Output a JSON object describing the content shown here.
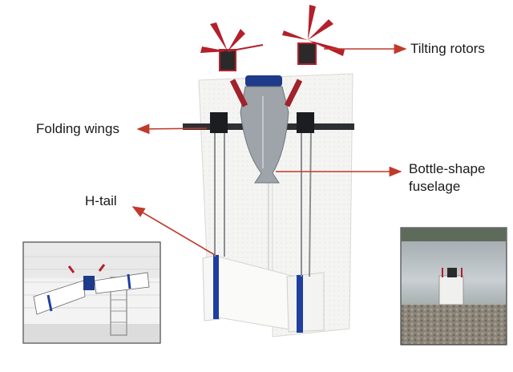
{
  "labels": {
    "tilting_rotors": "Tilting rotors",
    "folding_wings": "Folding wings",
    "fuselage_line1": "Bottle-shape",
    "fuselage_line2": "fuselage",
    "h_tail": "H-tail"
  },
  "colors": {
    "arrow": "#c0392b",
    "rotor": "#b3202b",
    "foam_wing": "#f2f2f0",
    "tape": "#1f3fa0",
    "fuselage": "#9ea4aa",
    "bottle_cap": "#1e3a8a"
  },
  "insets": {
    "left": "indoor-flight-photo",
    "right": "water-surface-photo"
  }
}
